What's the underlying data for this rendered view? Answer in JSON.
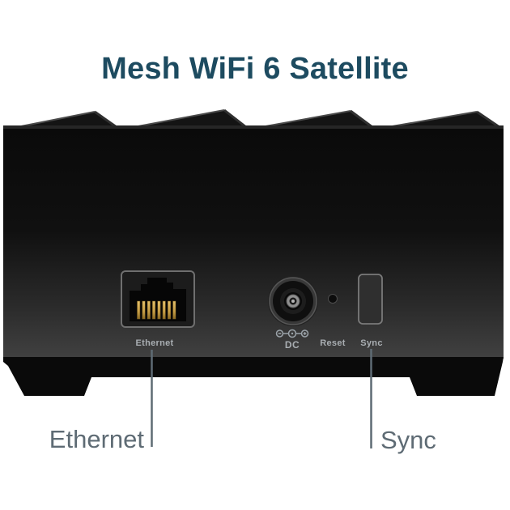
{
  "title": "Mesh WiFi 6 Satellite",
  "device": {
    "name": "mesh-wifi-satellite-rear-view",
    "panel_labels": {
      "ethernet": "Ethernet",
      "dc": "DC",
      "reset": "Reset",
      "sync": "Sync"
    }
  },
  "callouts": {
    "ethernet": "Ethernet",
    "sync": "Sync"
  },
  "colors": {
    "title": "#1d4b60",
    "callout": "#5e6b74",
    "panel_label": "#a9aeb2",
    "pin_gold": "#c59d45"
  }
}
